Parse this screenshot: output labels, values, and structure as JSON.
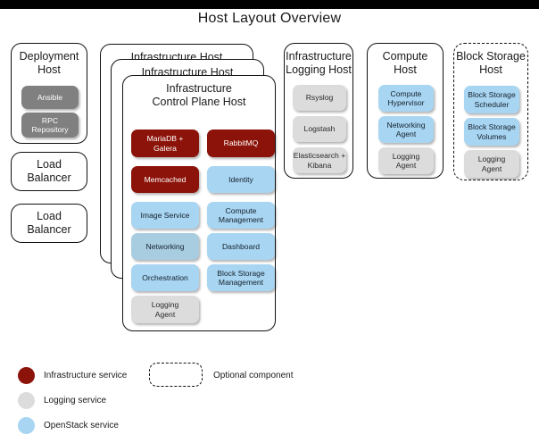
{
  "title": "Host Layout Overview",
  "colors": {
    "infrastructure_service": "#8c1309",
    "logging_service": "#dcdcdc",
    "openstack_service": "#a8d5f2",
    "deployment_component": "#808080",
    "outline": "#111111",
    "background": "#ffffff"
  },
  "hosts": {
    "deployment": {
      "title": "Deployment\nHost",
      "components": [
        {
          "label": "Ansible",
          "kind": "deploy"
        },
        {
          "label": "RPC\nRepository",
          "kind": "deploy"
        }
      ]
    },
    "load_balancer_1": {
      "title": "Load\nBalancer",
      "components": []
    },
    "load_balancer_2": {
      "title": "Load\nBalancer",
      "components": []
    },
    "infrastructure_outer": {
      "title": "Infrastructure Host"
    },
    "infrastructure_middle": {
      "title": "Infrastructure Host"
    },
    "infrastructure_control_plane": {
      "title": "Infrastructure\nControl Plane Host",
      "components_left": [
        {
          "label": "MariaDB +\nGalera",
          "kind": "infra"
        },
        {
          "label": "Memcached",
          "kind": "infra"
        },
        {
          "label": "Image Service",
          "kind": "os"
        },
        {
          "label": "Networking",
          "kind": "os-alt"
        },
        {
          "label": "Orchestration",
          "kind": "os"
        },
        {
          "label": "Logging\nAgent",
          "kind": "logging"
        }
      ],
      "components_right": [
        {
          "label": "RabbitMQ",
          "kind": "infra"
        },
        {
          "label": "Identity",
          "kind": "os"
        },
        {
          "label": "Compute\nManagement",
          "kind": "os"
        },
        {
          "label": "Dashboard",
          "kind": "os"
        },
        {
          "label": "Block Storage\nManagement",
          "kind": "os"
        }
      ]
    },
    "infrastructure_logging": {
      "title": "Infrastructure\nLogging Host",
      "components": [
        {
          "label": "Rsyslog",
          "kind": "logging"
        },
        {
          "label": "Logstash",
          "kind": "logging"
        },
        {
          "label": "Elasticsearch +\nKibana",
          "kind": "logging"
        }
      ]
    },
    "compute": {
      "title": "Compute\nHost",
      "components": [
        {
          "label": "Compute\nHypervisor",
          "kind": "os"
        },
        {
          "label": "Networking\nAgent",
          "kind": "os"
        },
        {
          "label": "Logging\nAgent",
          "kind": "logging"
        }
      ]
    },
    "block_storage": {
      "title": "Block Storage\nHost",
      "optional": true,
      "components": [
        {
          "label": "Block Storage\nScheduler",
          "kind": "os"
        },
        {
          "label": "Block Storage\nVolumes",
          "kind": "os"
        },
        {
          "label": "Logging\nAgent",
          "kind": "logging"
        }
      ]
    }
  },
  "legend": {
    "items": [
      {
        "label": "Infrastructure service",
        "swatch": "infra"
      },
      {
        "label": "Logging service",
        "swatch": "logging"
      },
      {
        "label": "OpenStack service",
        "swatch": "os"
      }
    ],
    "optional": {
      "label": "Optional component",
      "swatch": "dashed-box"
    }
  }
}
